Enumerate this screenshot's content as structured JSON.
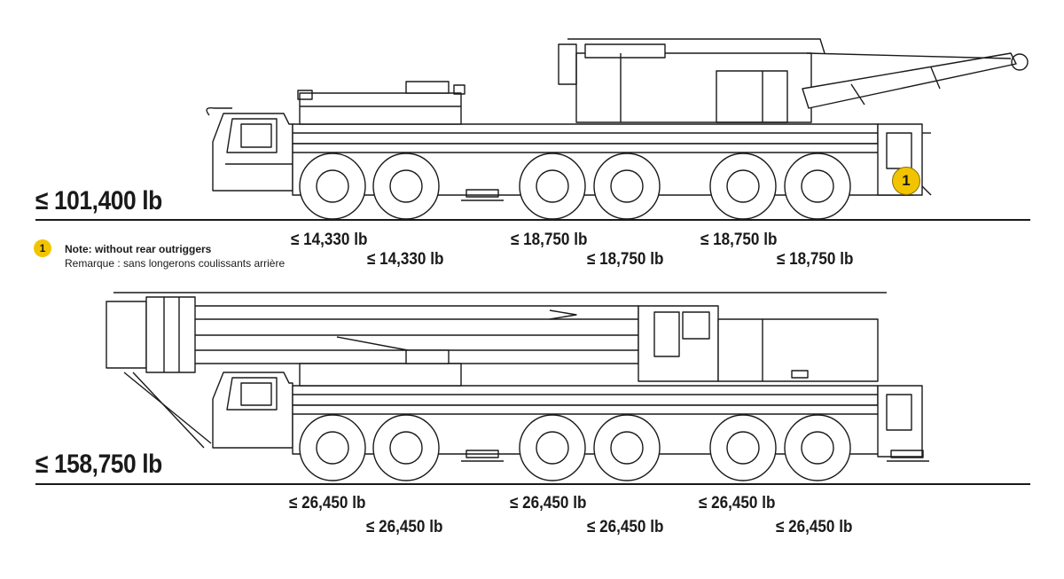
{
  "config_a": {
    "total_weight": "≤ 101,400 lb",
    "axle_loads_upper": [
      "≤ 14,330 lb",
      "≤ 18,750 lb",
      "≤ 18,750 lb"
    ],
    "axle_loads_lower": [
      "≤ 14,330 lb",
      "≤ 18,750 lb",
      "≤ 18,750 lb"
    ],
    "marker": "1"
  },
  "note": {
    "badge": "1",
    "title": "Note: without rear outriggers",
    "subtitle": "Remarque : sans longerons coulissants arrière"
  },
  "config_b": {
    "total_weight": "≤ 158,750 lb",
    "axle_loads_upper": [
      "≤ 26,450 lb",
      "≤ 26,450 lb",
      "≤ 26,450 lb"
    ],
    "axle_loads_lower": [
      "≤ 26,450 lb",
      "≤ 26,450 lb",
      "≤ 26,450 lb"
    ]
  },
  "colors": {
    "accent": "#f2c400",
    "line": "#1a1a1a"
  }
}
